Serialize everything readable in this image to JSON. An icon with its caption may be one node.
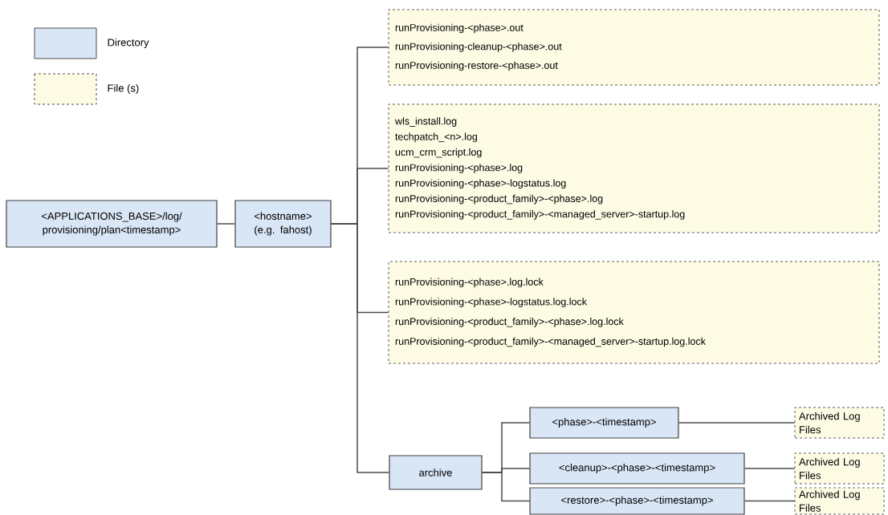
{
  "diagram": {
    "nodes": [
      {
        "text": [
          "<APPLICATIONS_BASE>/log/ provisioning/plan<timestamp>"
        ]
      },
      {
        "text": [
          "<hostname> (e.g. fahost)"
        ]
      },
      {
        "text": [
          "runProvisioning-<phase>.out",
          "runProvisioning-cleanup-<phase>.out",
          "runProvisioning-restore-<phase>.out"
        ]
      },
      {
        "text": [
          "wls_install.log",
          "techpatch_<n>.log",
          "ucm_crm_script.log",
          "runProvisioning-<phase>.log",
          "runProvisioning-<phase>-logstatus.log",
          "runProvisioning-<product_family>-<phase>.log",
          "runProvisioning-<product_family>-<managed_server>-startup.log"
        ]
      },
      {
        "text": [
          "runProvisioning-<phase>.log.lock",
          "runProvisioning-<phase>-logstatus.log.lock",
          "runProvisioning-<product_family>-<phase>.log.lock",
          "runProvisioning-<product_family>-<managed_server>-startup.log.lock"
        ]
      },
      {
        "text": [
          "archive"
        ]
      },
      {
        "text": [
          "<phase>-<timestamp>"
        ]
      },
      {
        "text": [
          "<cleanup>-<phase>-<timestamp>"
        ]
      },
      {
        "text": [
          "<restore>-<phase>-<timestamp>"
        ]
      },
      {
        "text": [
          "Archived Log Files"
        ]
      },
      {
        "text": [
          "Archived Log Files"
        ]
      },
      {
        "text": [
          "Archived Log Files"
        ]
      }
    ],
    "edges": [
      {
        "from": 0,
        "to": 1,
        "arrow": "none"
      },
      {
        "from": 1,
        "to": 2,
        "arrow": "none"
      },
      {
        "from": 1,
        "to": 3,
        "arrow": "none"
      },
      {
        "from": 1,
        "to": 4,
        "arrow": "none"
      },
      {
        "from": 1,
        "to": 5,
        "arrow": "none"
      },
      {
        "from": 5,
        "to": 6,
        "arrow": "none"
      },
      {
        "from": 5,
        "to": 7,
        "arrow": "none"
      },
      {
        "from": 5,
        "to": 8,
        "arrow": "none"
      },
      {
        "from": 6,
        "to": 9,
        "arrow": "none"
      },
      {
        "from": 7,
        "to": 10,
        "arrow": "none"
      },
      {
        "from": 8,
        "to": 11,
        "arrow": "none"
      }
    ],
    "legend": [
      {
        "text": "Directory",
        "color": "#d9e6f6"
      },
      {
        "text": "File (s)",
        "color": "#fdfbe4"
      }
    ]
  }
}
